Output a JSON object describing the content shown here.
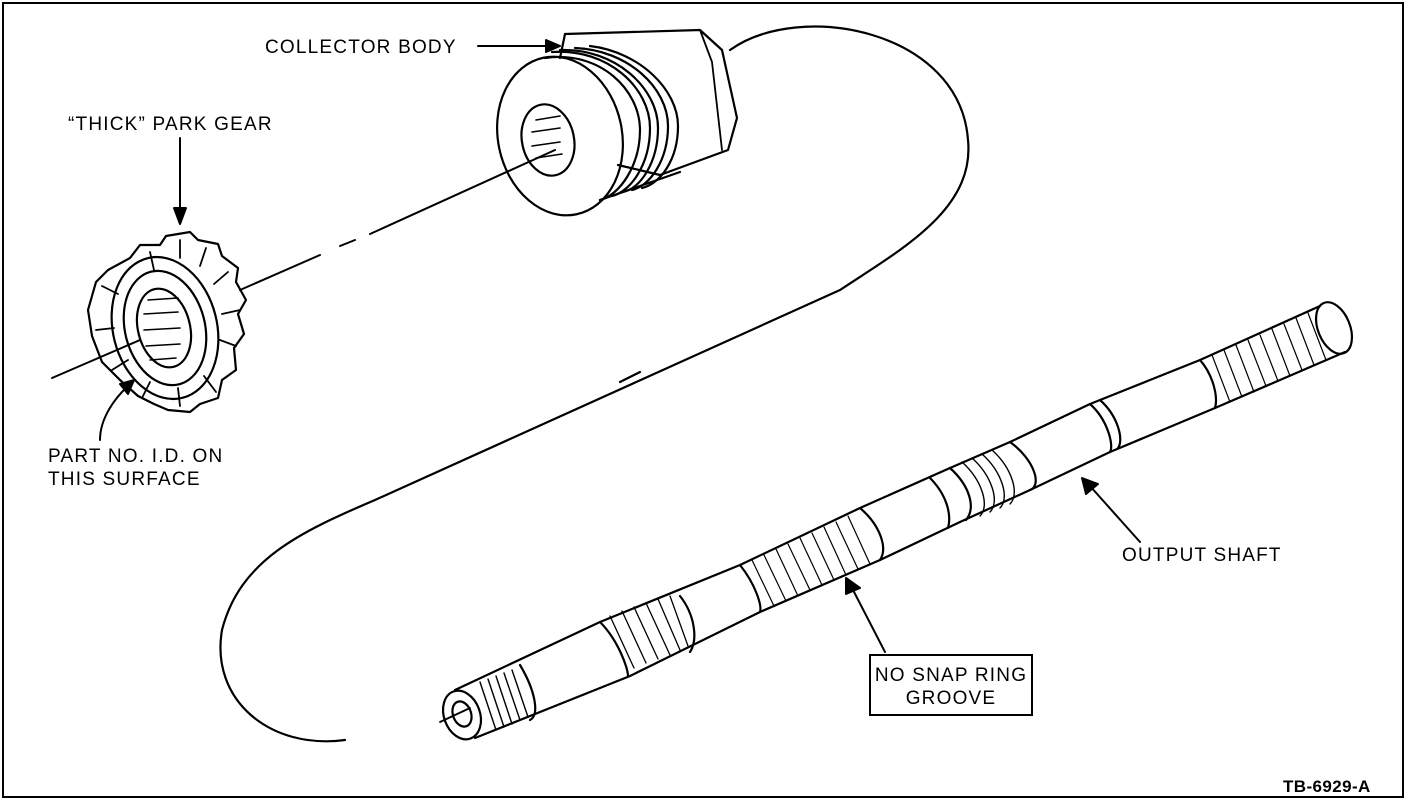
{
  "labels": {
    "collector_body": "COLLECTOR BODY",
    "thick_park_gear": "“THICK” PARK GEAR",
    "part_no_line1": "PART NO. I.D. ON",
    "part_no_line2": "THIS SURFACE",
    "output_shaft": "OUTPUT SHAFT",
    "no_snap_line1": "NO SNAP RING",
    "no_snap_line2": "GROOVE"
  },
  "figure_id": "TB-6929-A",
  "colors": {
    "ink": "#000000",
    "paper": "#ffffff"
  }
}
